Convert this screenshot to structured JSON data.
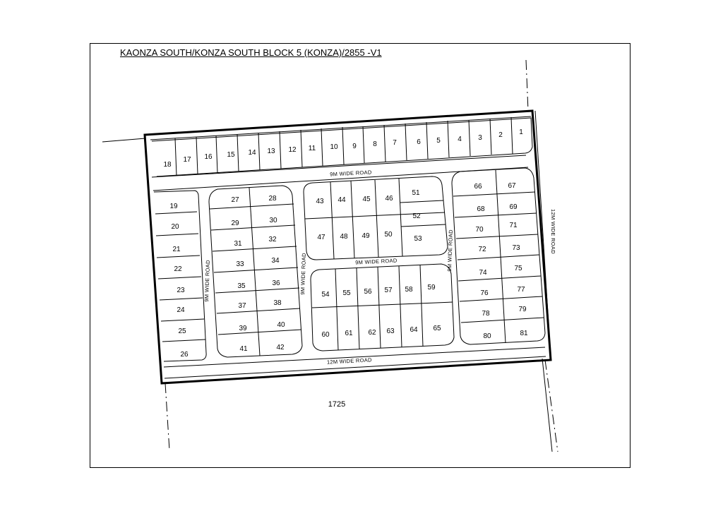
{
  "title": "KAONZA SOUTH/KONZA SOUTH BLOCK 5 (KONZA)/2855 -V1",
  "parent_parcel": "1725",
  "roads": {
    "top_9m": "9M WIDE ROAD",
    "middle_9m": "9M WIDE ROAD",
    "left_vertical_9m": "9M WIDE ROAD",
    "center_vertical_9m": "9M WIDE ROAD",
    "right_vertical_9m": "9M WIDE ROAD",
    "bottom_12m": "12M WIDE ROAD",
    "east_12m": "12M WIDE ROAD"
  },
  "plots": {
    "top_row": [
      "18",
      "17",
      "16",
      "15",
      "14",
      "13",
      "12",
      "11",
      "10",
      "9",
      "8",
      "7",
      "6",
      "5",
      "4",
      "3",
      "2",
      "1"
    ],
    "left_column": [
      "19",
      "20",
      "21",
      "22",
      "23",
      "24",
      "25",
      "26"
    ],
    "block_a": [
      [
        "27",
        "28"
      ],
      [
        "29",
        "30"
      ],
      [
        "31",
        "32"
      ],
      [
        "33",
        "34"
      ],
      [
        "35",
        "36"
      ],
      [
        "37",
        "38"
      ],
      [
        "39",
        "40"
      ],
      [
        "41",
        "42"
      ]
    ],
    "block_b_row1": [
      "43",
      "44",
      "45",
      "46"
    ],
    "block_b_row2": [
      "47",
      "48",
      "49",
      "50"
    ],
    "block_b_right": [
      "51",
      "52",
      "53"
    ],
    "block_c_row1": [
      "54",
      "55",
      "56",
      "57",
      "58",
      "59"
    ],
    "block_c_row2": [
      "60",
      "61",
      "62",
      "63",
      "64",
      "65"
    ],
    "block_d": [
      [
        "66",
        "67"
      ],
      [
        "68",
        "69"
      ],
      [
        "70",
        "71"
      ],
      [
        "72",
        "73"
      ],
      [
        "74",
        "75"
      ],
      [
        "76",
        "77"
      ],
      [
        "78",
        "79"
      ],
      [
        "80",
        "81"
      ]
    ]
  },
  "colors": {
    "line": "#000000",
    "background": "#ffffff"
  }
}
